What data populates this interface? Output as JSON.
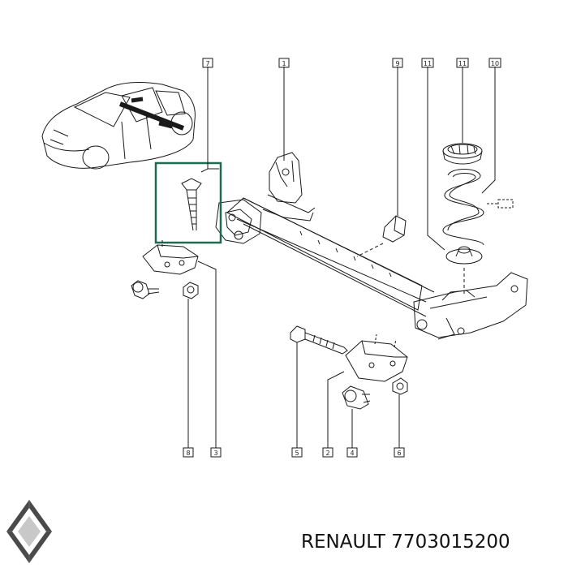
{
  "callouts": [
    "7",
    "1",
    "9",
    "11",
    "11",
    "10",
    "8",
    "3",
    "5",
    "2",
    "4",
    "6"
  ],
  "footer": {
    "brand": "RENAULT",
    "part_number": "7703015200"
  },
  "colors": {
    "line": "#1a1a1a",
    "highlight": "#1f6b4f",
    "logo_dark": "#4a4a4a",
    "logo_light": "#c8c8c8"
  }
}
